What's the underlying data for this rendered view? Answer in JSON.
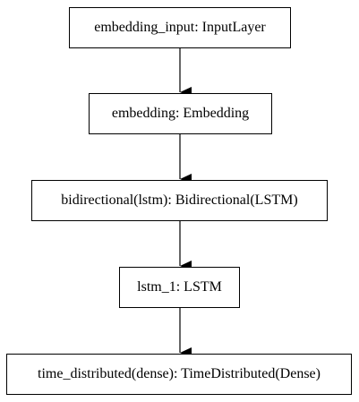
{
  "diagram": {
    "nodes": [
      {
        "label": "embedding_input: InputLayer"
      },
      {
        "label": "embedding: Embedding"
      },
      {
        "label": "bidirectional(lstm): Bidirectional(LSTM)"
      },
      {
        "label": "lstm_1: LSTM"
      },
      {
        "label": "time_distributed(dense): TimeDistributed(Dense)"
      }
    ],
    "edges": [
      {
        "from": "embedding_input: InputLayer",
        "to": "embedding: Embedding"
      },
      {
        "from": "embedding: Embedding",
        "to": "bidirectional(lstm): Bidirectional(LSTM)"
      },
      {
        "from": "bidirectional(lstm): Bidirectional(LSTM)",
        "to": "lstm_1: LSTM"
      },
      {
        "from": "lstm_1: LSTM",
        "to": "time_distributed(dense): TimeDistributed(Dense)"
      }
    ],
    "colors": {
      "stroke": "#000000",
      "fill": "#ffffff",
      "text": "#000000"
    }
  }
}
